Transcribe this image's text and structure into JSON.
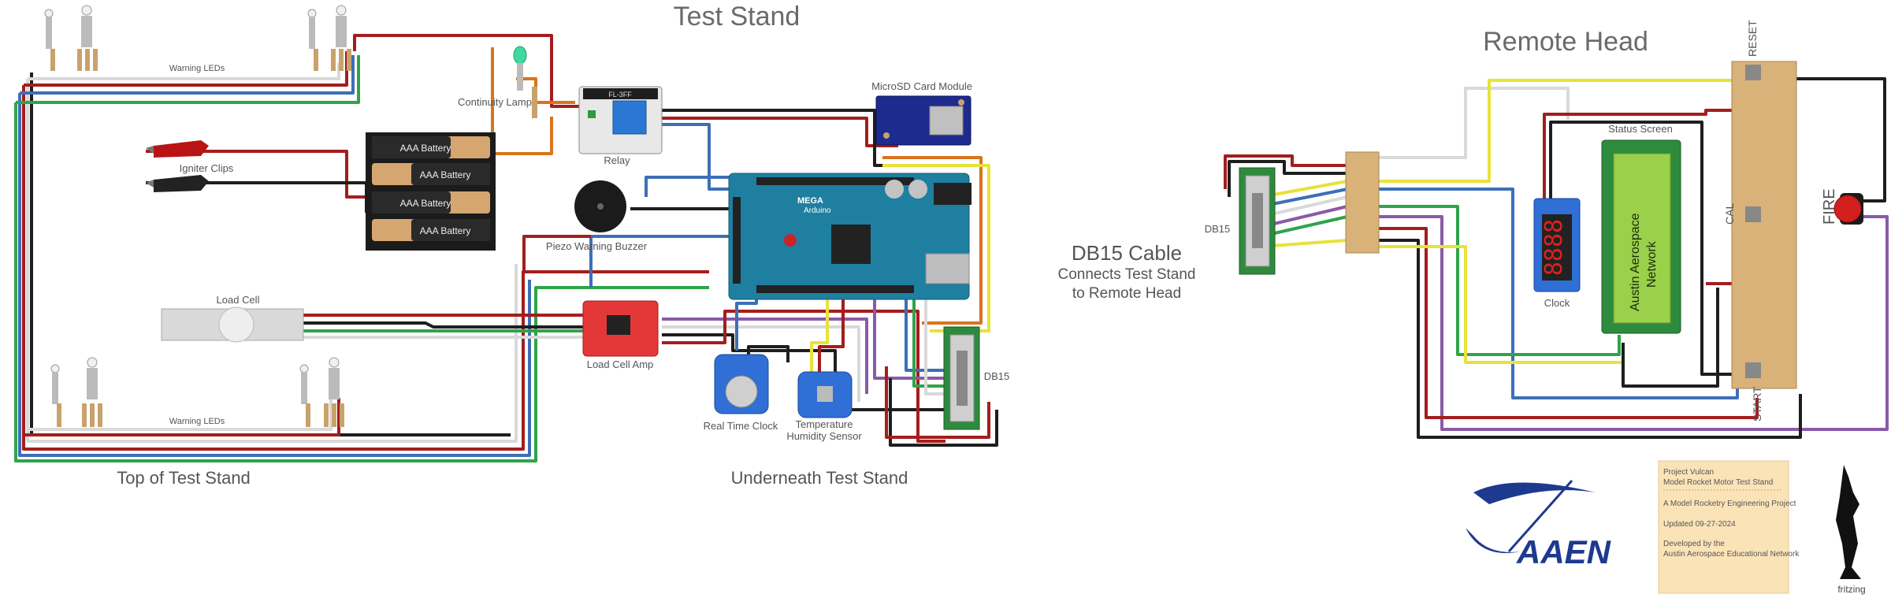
{
  "titles": {
    "test_stand": "Test Stand",
    "remote_head": "Remote Head",
    "db15_cable": "DB15 Cable",
    "db15_cable_sub1": "Connects Test Stand",
    "db15_cable_sub2": "to Remote Head",
    "top_of_stand": "Top of Test Stand",
    "underneath_stand": "Underneath Test Stand"
  },
  "labels": {
    "warning_leds_top": "Warning LEDs",
    "warning_leds_bottom": "Warning LEDs",
    "continuity_lamp": "Continuity Lamp",
    "relay": "Relay",
    "relay_board": "FL-3FF",
    "microsd": "MicroSD Card Module",
    "igniter_clips": "Igniter Clips",
    "aaa_battery": "AAA Battery",
    "piezo": "Piezo Warning Buzzer",
    "load_cell": "Load Cell",
    "load_cell_amp": "Load Cell Amp",
    "rtc": "Real Time Clock",
    "temp1": "Temperature",
    "temp2": "Humidity Sensor",
    "db15_stand": "DB15",
    "db15_remote": "DB15",
    "status_screen": "Status Screen",
    "lcd_line1": "Austin Aerospace",
    "lcd_line2": "Network",
    "clock": "Clock",
    "clock_digits": "8888",
    "reset": "RESET",
    "cal": "CAL",
    "start": "START",
    "fire": "FIRE",
    "arduino": "MEGA",
    "arduino_brand": "Arduino"
  },
  "info_card": {
    "project": "Project Vulcan",
    "subtitle": "Model Rocket Motor Test Stand",
    "kind": "A Model Rocketry Engineering Project",
    "updated": "Updated 09-27-2024",
    "dev1": "Developed by the",
    "dev2": "Austin Aerospace Educational Network"
  },
  "logo": {
    "text": "AAEN",
    "color": "#1d3a8f"
  },
  "fritzing": "fritzing",
  "colors": {
    "wire_red": "#a41d1d",
    "wire_black": "#1e1e1e",
    "wire_blue": "#3d6fb6",
    "wire_green": "#2fa44a",
    "wire_yellow": "#e8e23a",
    "wire_white": "#d9d9d9",
    "wire_purple": "#8a5aa8",
    "wire_orange": "#d8751f",
    "arduino": "#1f7fa0",
    "perfboard": "#d9b27a",
    "lcd": "#9bd04a",
    "card": "#fbe3b8"
  }
}
